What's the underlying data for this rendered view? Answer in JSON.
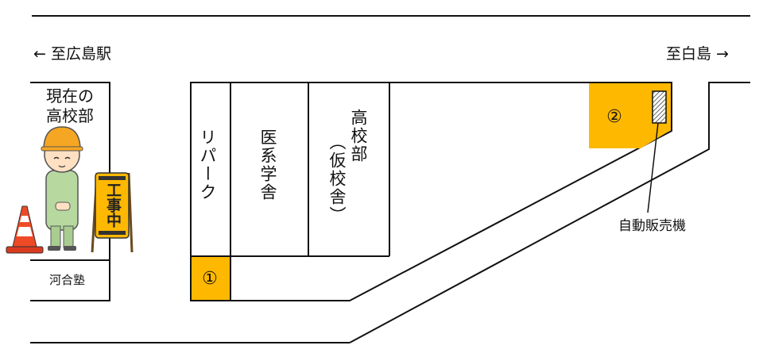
{
  "directions": {
    "left": "← 至広島駅",
    "right": "至白島 →"
  },
  "current_campus": {
    "line1": "現在の",
    "line2": "高校部"
  },
  "sign_text": "工事中",
  "buildings": {
    "kawai": "河合塾",
    "ripaku": "リパーク",
    "ikei": "医系学舎",
    "koukoubu_name": "高校部",
    "koukoubu_note": "（仮校舎）"
  },
  "markers": {
    "one": "①",
    "two": "②"
  },
  "vending_label": "自動販売機",
  "colors": {
    "highlight": "#ffb800",
    "line": "#111111"
  }
}
